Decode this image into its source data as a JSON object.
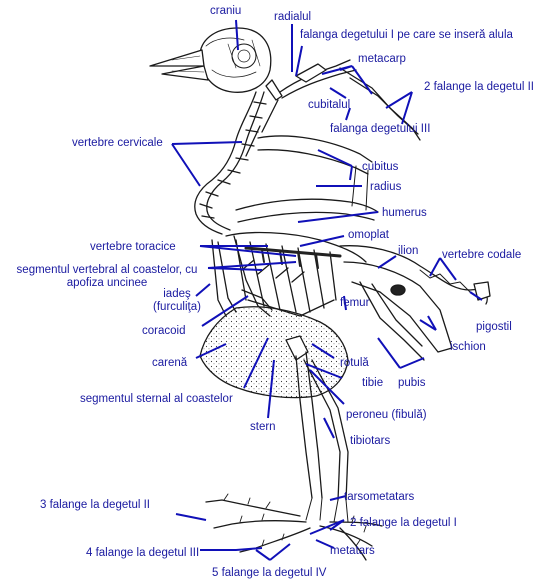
{
  "colors": {
    "label_text": "#1a1aa0",
    "leader_line": "#1010b8",
    "bone_stroke": "#1a1a1a",
    "stipple": "#3a3a3a"
  },
  "labels": {
    "cranium": "craniu",
    "radialis": "radialul",
    "alula_phalanx": "falanga degetului I pe care se inseră alula",
    "metacarp": "metacarp",
    "phalanges_digit2": "2 falange la degetul II",
    "cubitalis": "cubitalul",
    "phalanx_digit3": "falanga degetului III",
    "cervical_vertebrae": "vertebre cervicale",
    "cubitus": "cubitus",
    "radius": "radius",
    "humerus": "humerus",
    "thoracic_vertebrae": "vertebre  toracice",
    "omoplat": "omoplat",
    "vertebral_rib_segment": "segmentul vertebral al coastelor, cu apofiza uncinee",
    "ilion": "ilion",
    "caudal_vertebrae": "vertebre codale",
    "furcula": "iadeş (furculiţa)",
    "pygostyle": "pigostil",
    "coracoid": "coracoid",
    "femur": "femur",
    "ischion": "ischion",
    "keel": "carenă",
    "patella": "rotulă",
    "pubis": "pubis",
    "tibia": "tibie",
    "sternal_rib_segment": "segmentul sternal al coastelor",
    "fibula": "peroneu (fibulă)",
    "sternum": "stern",
    "tibiotarsus": "tibiotars",
    "tarsometatarsus": "tarsometatars",
    "phalanges3_digit2": "3 falange la degetul II",
    "phalanges2_digit1": "2 falange la degetul I",
    "phalanges4_digit3": "4 falange la degetul III",
    "metatarsus": "metatars",
    "phalanges5_digit4": "5 falange la degetul IV"
  }
}
